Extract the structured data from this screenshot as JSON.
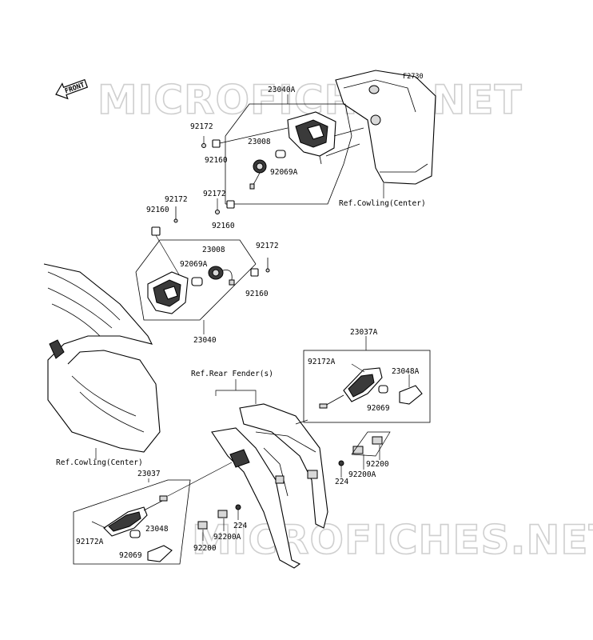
{
  "watermark": "MICROFICHES.NET",
  "front_arrow": "FRONT",
  "figure_code": "F2730",
  "labels": {
    "a23040A": "23040A",
    "a92172_1": "92172",
    "a92160_1": "92160",
    "a23008_1": "23008",
    "a92069A_1": "92069A",
    "a92172_2": "92172",
    "a92160_2": "92160",
    "a92172_3": "92172",
    "a92160_3": "92160",
    "a23008_2": "23008",
    "a92069A_2": "92069A",
    "a92172_4": "92172",
    "a92160_4": "92160",
    "a23040": "23040",
    "ref_cowling_center_1": "Ref.Cowling(Center)",
    "a23037A": "23037A",
    "a92172A_1": "92172A",
    "a23048A": "23048A",
    "a92069_1": "92069",
    "ref_rear_fender": "Ref.Rear Fender(s)",
    "ref_cowling_center_2": "Ref.Cowling(Center)",
    "a23037": "23037",
    "a92200_1": "92200",
    "a92200A_1": "92200A",
    "a224_1": "224",
    "a92172A_2": "92172A",
    "a23048": "23048",
    "a92069_2": "92069",
    "a224_2": "224",
    "a92200A_2": "92200A",
    "a92200_2": "92200"
  },
  "icons": {
    "front_arrow": "front-arrow-icon"
  }
}
